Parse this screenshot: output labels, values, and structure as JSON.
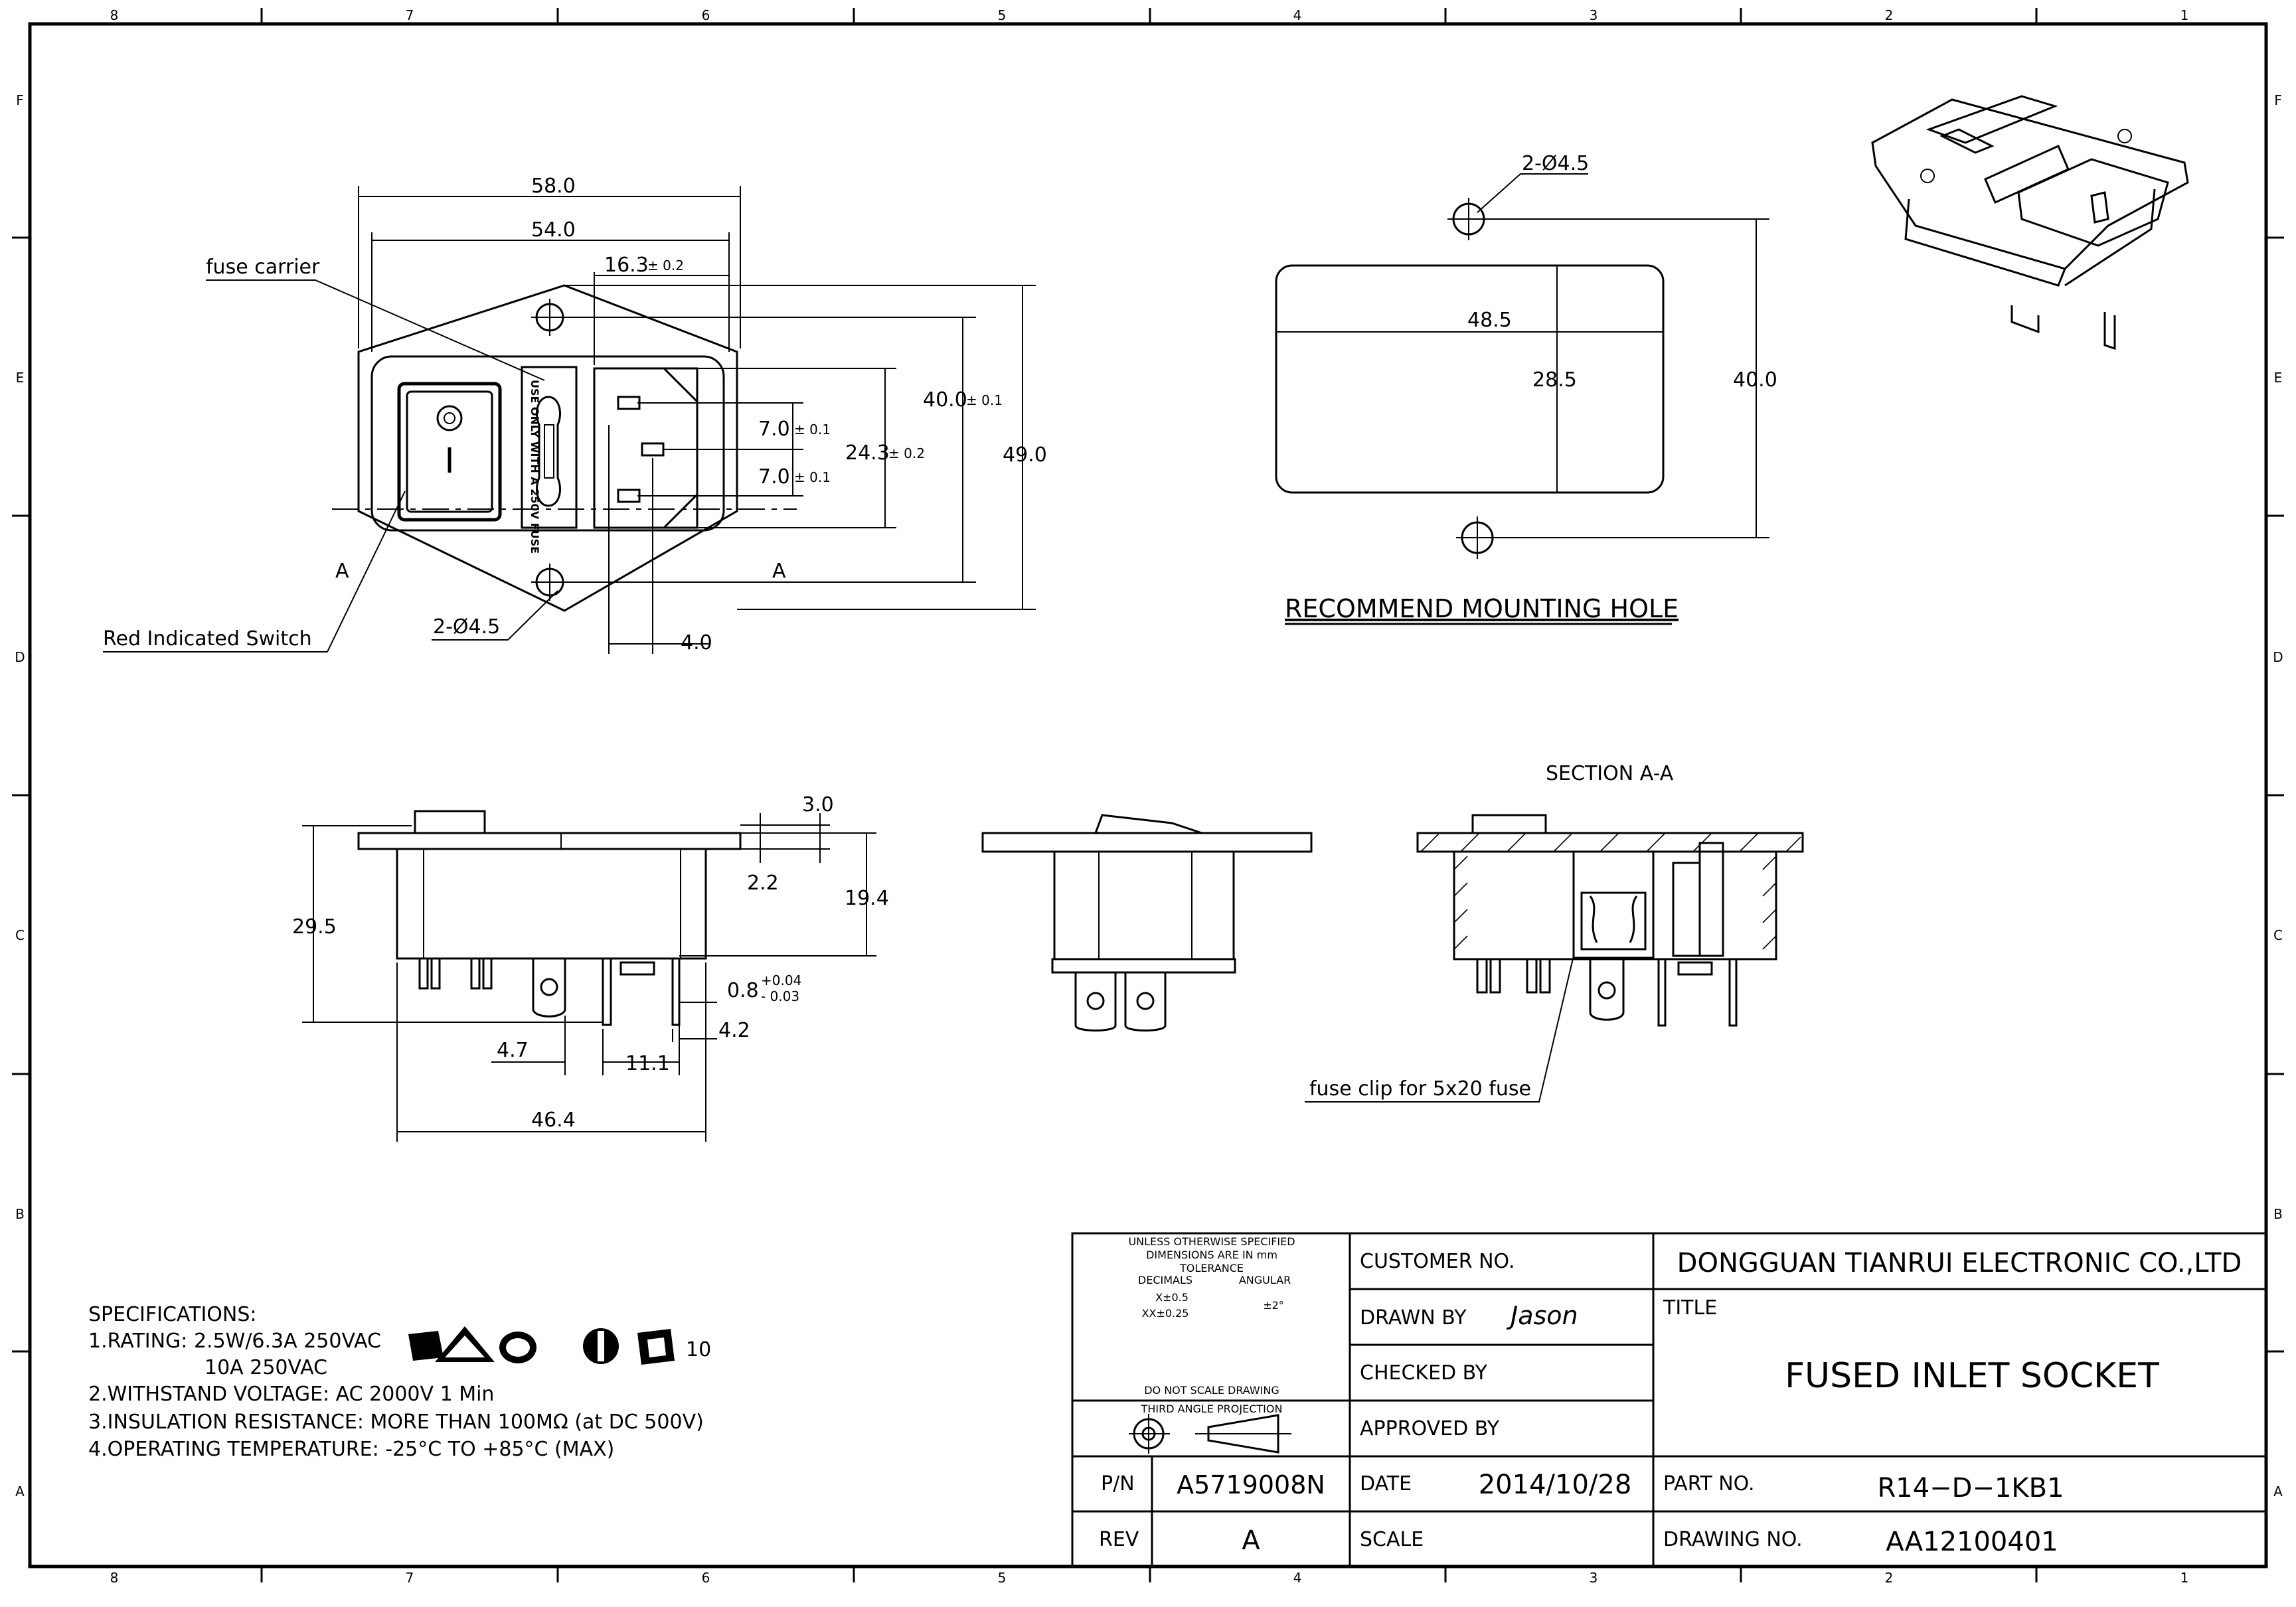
{
  "frame": {
    "cols_top": [
      "8",
      "7",
      "6",
      "5",
      "4",
      "3",
      "2",
      "1"
    ],
    "rows_left": [
      "F",
      "E",
      "D",
      "C",
      "B",
      "A"
    ]
  },
  "front_view": {
    "callouts": {
      "fuse_carrier": "fuse carrier",
      "switch": "Red Indicated Switch",
      "holes": "2-Ø4.5",
      "section_left": "A",
      "section_right": "A"
    },
    "fuse_label": "USE ONLY WITH A 250V FUSE",
    "dims": {
      "w58": "58.0",
      "w54": "54.0",
      "w16": "16.3",
      "tol02": "± 0.2",
      "h40": "40.0",
      "tol01": "± 0.1",
      "h49": "49.0",
      "p7a": "7.0",
      "p7b": "7.0",
      "h24": "24.3",
      "w4": "4.0"
    }
  },
  "mounting_hole": {
    "title": "RECOMMEND MOUNTING HOLE",
    "holes": "2-Ø4.5",
    "w": "48.5",
    "h": "28.5",
    "pitch": "40.0"
  },
  "side_view": {
    "dims": {
      "d30": "3.0",
      "d22": "2.2",
      "d295": "29.5",
      "d194": "19.4",
      "d08": "0.8",
      "tol_plus": "+0.04",
      "tol_minus": "- 0.03",
      "d42": "4.2",
      "d47": "4.7",
      "d111": "11.1",
      "d464": "46.4"
    }
  },
  "section": {
    "title": "SECTION A-A",
    "callout": "fuse clip for 5x20 fuse"
  },
  "specs": {
    "heading": "SPECIFICATIONS:",
    "l1": "1.RATING: 2.5W/6.3A 250VAC",
    "l1b": "10A 250VAC",
    "l2": "2.WITHSTAND VOLTAGE: AC 2000V 1 Min",
    "l3": "3.INSULATION RESISTANCE: MORE THAN 100MΩ (at DC 500V)",
    "l4": "4.OPERATING TEMPERATURE: -25°C TO +85°C (MAX)",
    "cert_suffix": "10"
  },
  "title_block": {
    "tol_lines": [
      "UNLESS OTHERWISE SPECIFIED",
      "DIMENSIONS ARE IN mm",
      "TOLERANCE"
    ],
    "decimals": "DECIMALS",
    "angular": "ANGULAR",
    "x": "X±0.5",
    "xx": "XX±0.25",
    "ang": "±2°",
    "no_scale": "DO NOT SCALE DRAWING",
    "projection": "THIRD ANGLE PROJECTION",
    "customer_no": "CUSTOMER NO.",
    "drawn_by": "DRAWN BY",
    "drawn_name": "Jason",
    "checked_by": "CHECKED BY",
    "approved_by": "APPROVED BY",
    "company": "DONGGUAN TIANRUI ELECTRONIC CO.,LTD",
    "title_label": "TITLE",
    "title": "FUSED INLET SOCKET",
    "pn_label": "P/N",
    "pn": "A5719008N",
    "date_label": "DATE",
    "date": "2014/10/28",
    "part_label": "PART NO.",
    "part": "R14−D−1KB1",
    "rev_label": "REV",
    "rev": "A",
    "scale_label": "SCALE",
    "dwg_label": "DRAWING NO.",
    "dwg": "AA12100401"
  }
}
